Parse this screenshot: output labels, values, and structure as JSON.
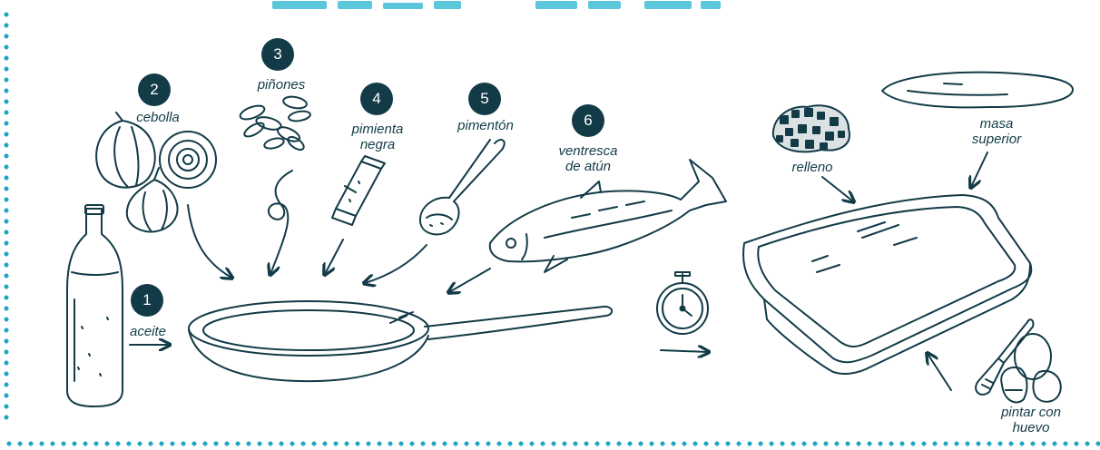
{
  "ingredients": [
    {
      "number": "1",
      "label": "aceite"
    },
    {
      "number": "2",
      "label": "cebolla"
    },
    {
      "number": "3",
      "label": "piñones"
    },
    {
      "number": "4",
      "label": "pimienta\nnegra"
    },
    {
      "number": "5",
      "label": "pimentón"
    },
    {
      "number": "6",
      "label": "ventresca\nde atún"
    }
  ],
  "assembly": {
    "filling": "relleno",
    "top_dough": "masa\nsuperior",
    "egg_wash": "pintar con\nhuevo"
  },
  "colors": {
    "ink": "#123b47",
    "accent": "#1fa7c4"
  },
  "icons": [
    "oil-bottle-icon",
    "onion-icon",
    "pine-nuts-icon",
    "pepper-shaker-icon",
    "paprika-spoon-icon",
    "tuna-fish-icon",
    "frying-pan-icon",
    "stopwatch-icon",
    "baking-dish-icon",
    "filling-icon",
    "dough-icon",
    "brush-icon",
    "eggs-icon"
  ]
}
